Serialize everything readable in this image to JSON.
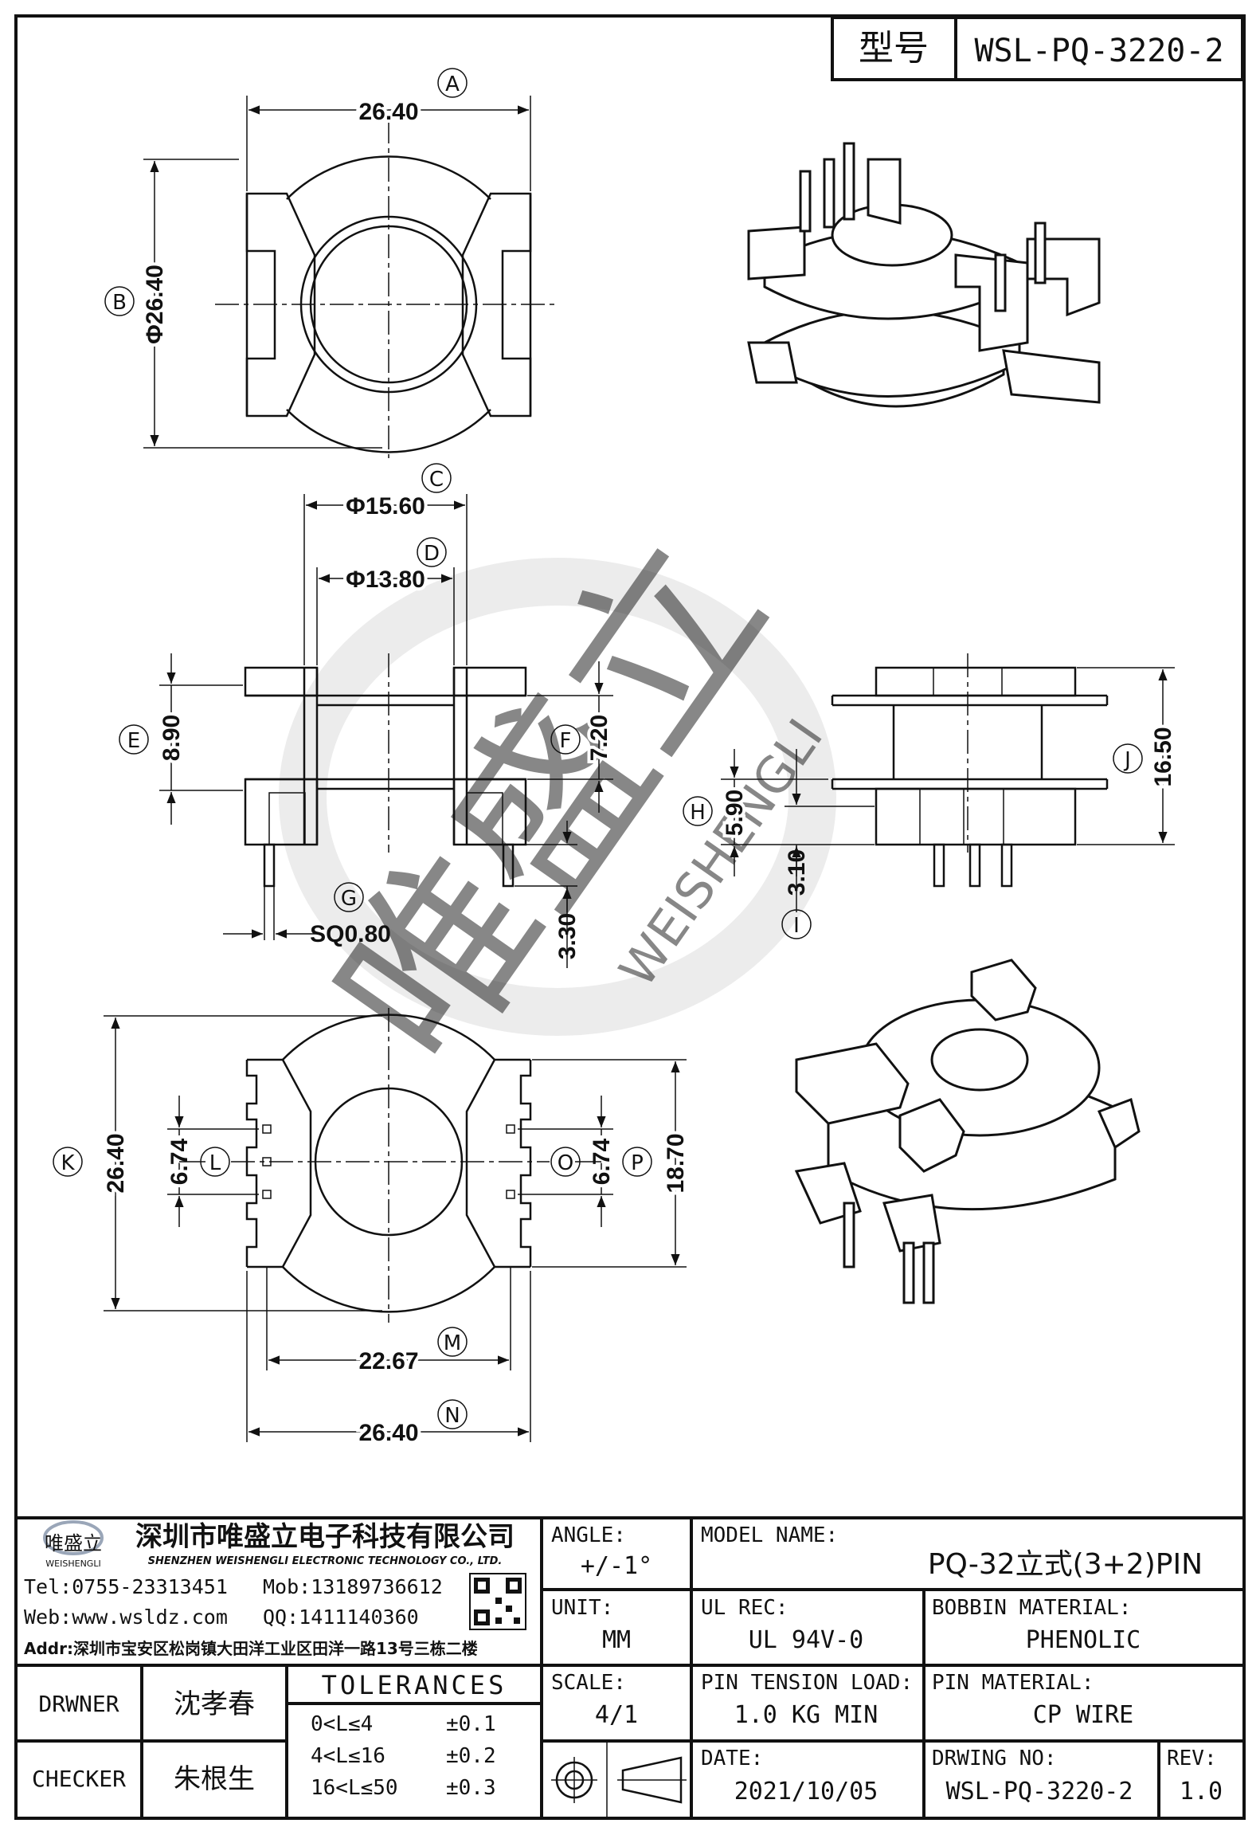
{
  "header": {
    "model_label": "型号",
    "model_number": "WSL-PQ-3220-2"
  },
  "dimensions": {
    "A": "A",
    "B": "B",
    "C": "C",
    "D": "D",
    "E": "E",
    "F": "F",
    "G": "G",
    "H": "H",
    "I": "I",
    "J": "J",
    "K": "K",
    "L": "L",
    "M": "M",
    "N": "N",
    "O": "O",
    "P": "P",
    "a_value": "26.40",
    "b_value": "Φ26.40",
    "c_value": "Φ15.60",
    "d_value": "Φ13.80",
    "e_value": "8.90",
    "f_value": "7.20",
    "g_value": "SQ0.80",
    "h_value": "5.90",
    "i_value": "3.10",
    "j_value": "16.50",
    "k_value": "26.40",
    "l_value": "6.74",
    "m_value": "22.67",
    "n_value": "26.40",
    "o_value": "6.74",
    "p_value": "18.70",
    "pin_len_value": "3.30"
  },
  "watermark": {
    "brand_cn": "唯盛立",
    "brand_en": "WEISHENGLI"
  },
  "title_block": {
    "company_name": "深圳市唯盛立电子科技有限公司",
    "company_en": "SHENZHEN WEISHENGLI ELECTRONIC TECHNOLOGY CO., LTD.",
    "logo_text": "唯盛立",
    "logo_sub": "WEISHENGLI",
    "tel": "Tel:0755-23313451",
    "mob": "Mob:13189736612",
    "web": "Web:www.wsldz.com",
    "qq": "QQ:1411140360",
    "addr": "Addr:深圳市宝安区松岗镇大田洋工业区田洋一路13号三栋二楼",
    "angle_label": "ANGLE:",
    "angle_value": "+/-1°",
    "model_name_label": "MODEL NAME:",
    "model_name_value": "PQ-32立式(3+2)PIN",
    "unit_label": "UNIT:",
    "unit_value": "MM",
    "ul_rec_label": "UL REC:",
    "ul_rec_value": "UL 94V-0",
    "bobbin_material_label": "BOBBIN MATERIAL:",
    "bobbin_material_value": "PHENOLIC",
    "drawer_label": "DRWNER",
    "drawer_value": "沈孝春",
    "tolerances_label": "TOLERANCES",
    "scale_label": "SCALE:",
    "scale_value": "4/1",
    "pin_tension_label": "PIN TENSION LOAD:",
    "pin_tension_value": "1.0 KG MIN",
    "pin_material_label": "PIN MATERIAL:",
    "pin_material_value": "CP WIRE",
    "checker_label": "CHECKER",
    "checker_value": "朱根生",
    "tol_rows": [
      {
        "range": "0<L≤4",
        "tol": "±0.1"
      },
      {
        "range": "4<L≤16",
        "tol": "±0.2"
      },
      {
        "range": "16<L≤50",
        "tol": "±0.3"
      }
    ],
    "date_label": "DATE:",
    "date_value": "2021/10/05",
    "drawing_no_label": "DRWING NO:",
    "drawing_no_value": "WSL-PQ-3220-2",
    "rev_label": "REV:",
    "rev_value": "1.0"
  }
}
